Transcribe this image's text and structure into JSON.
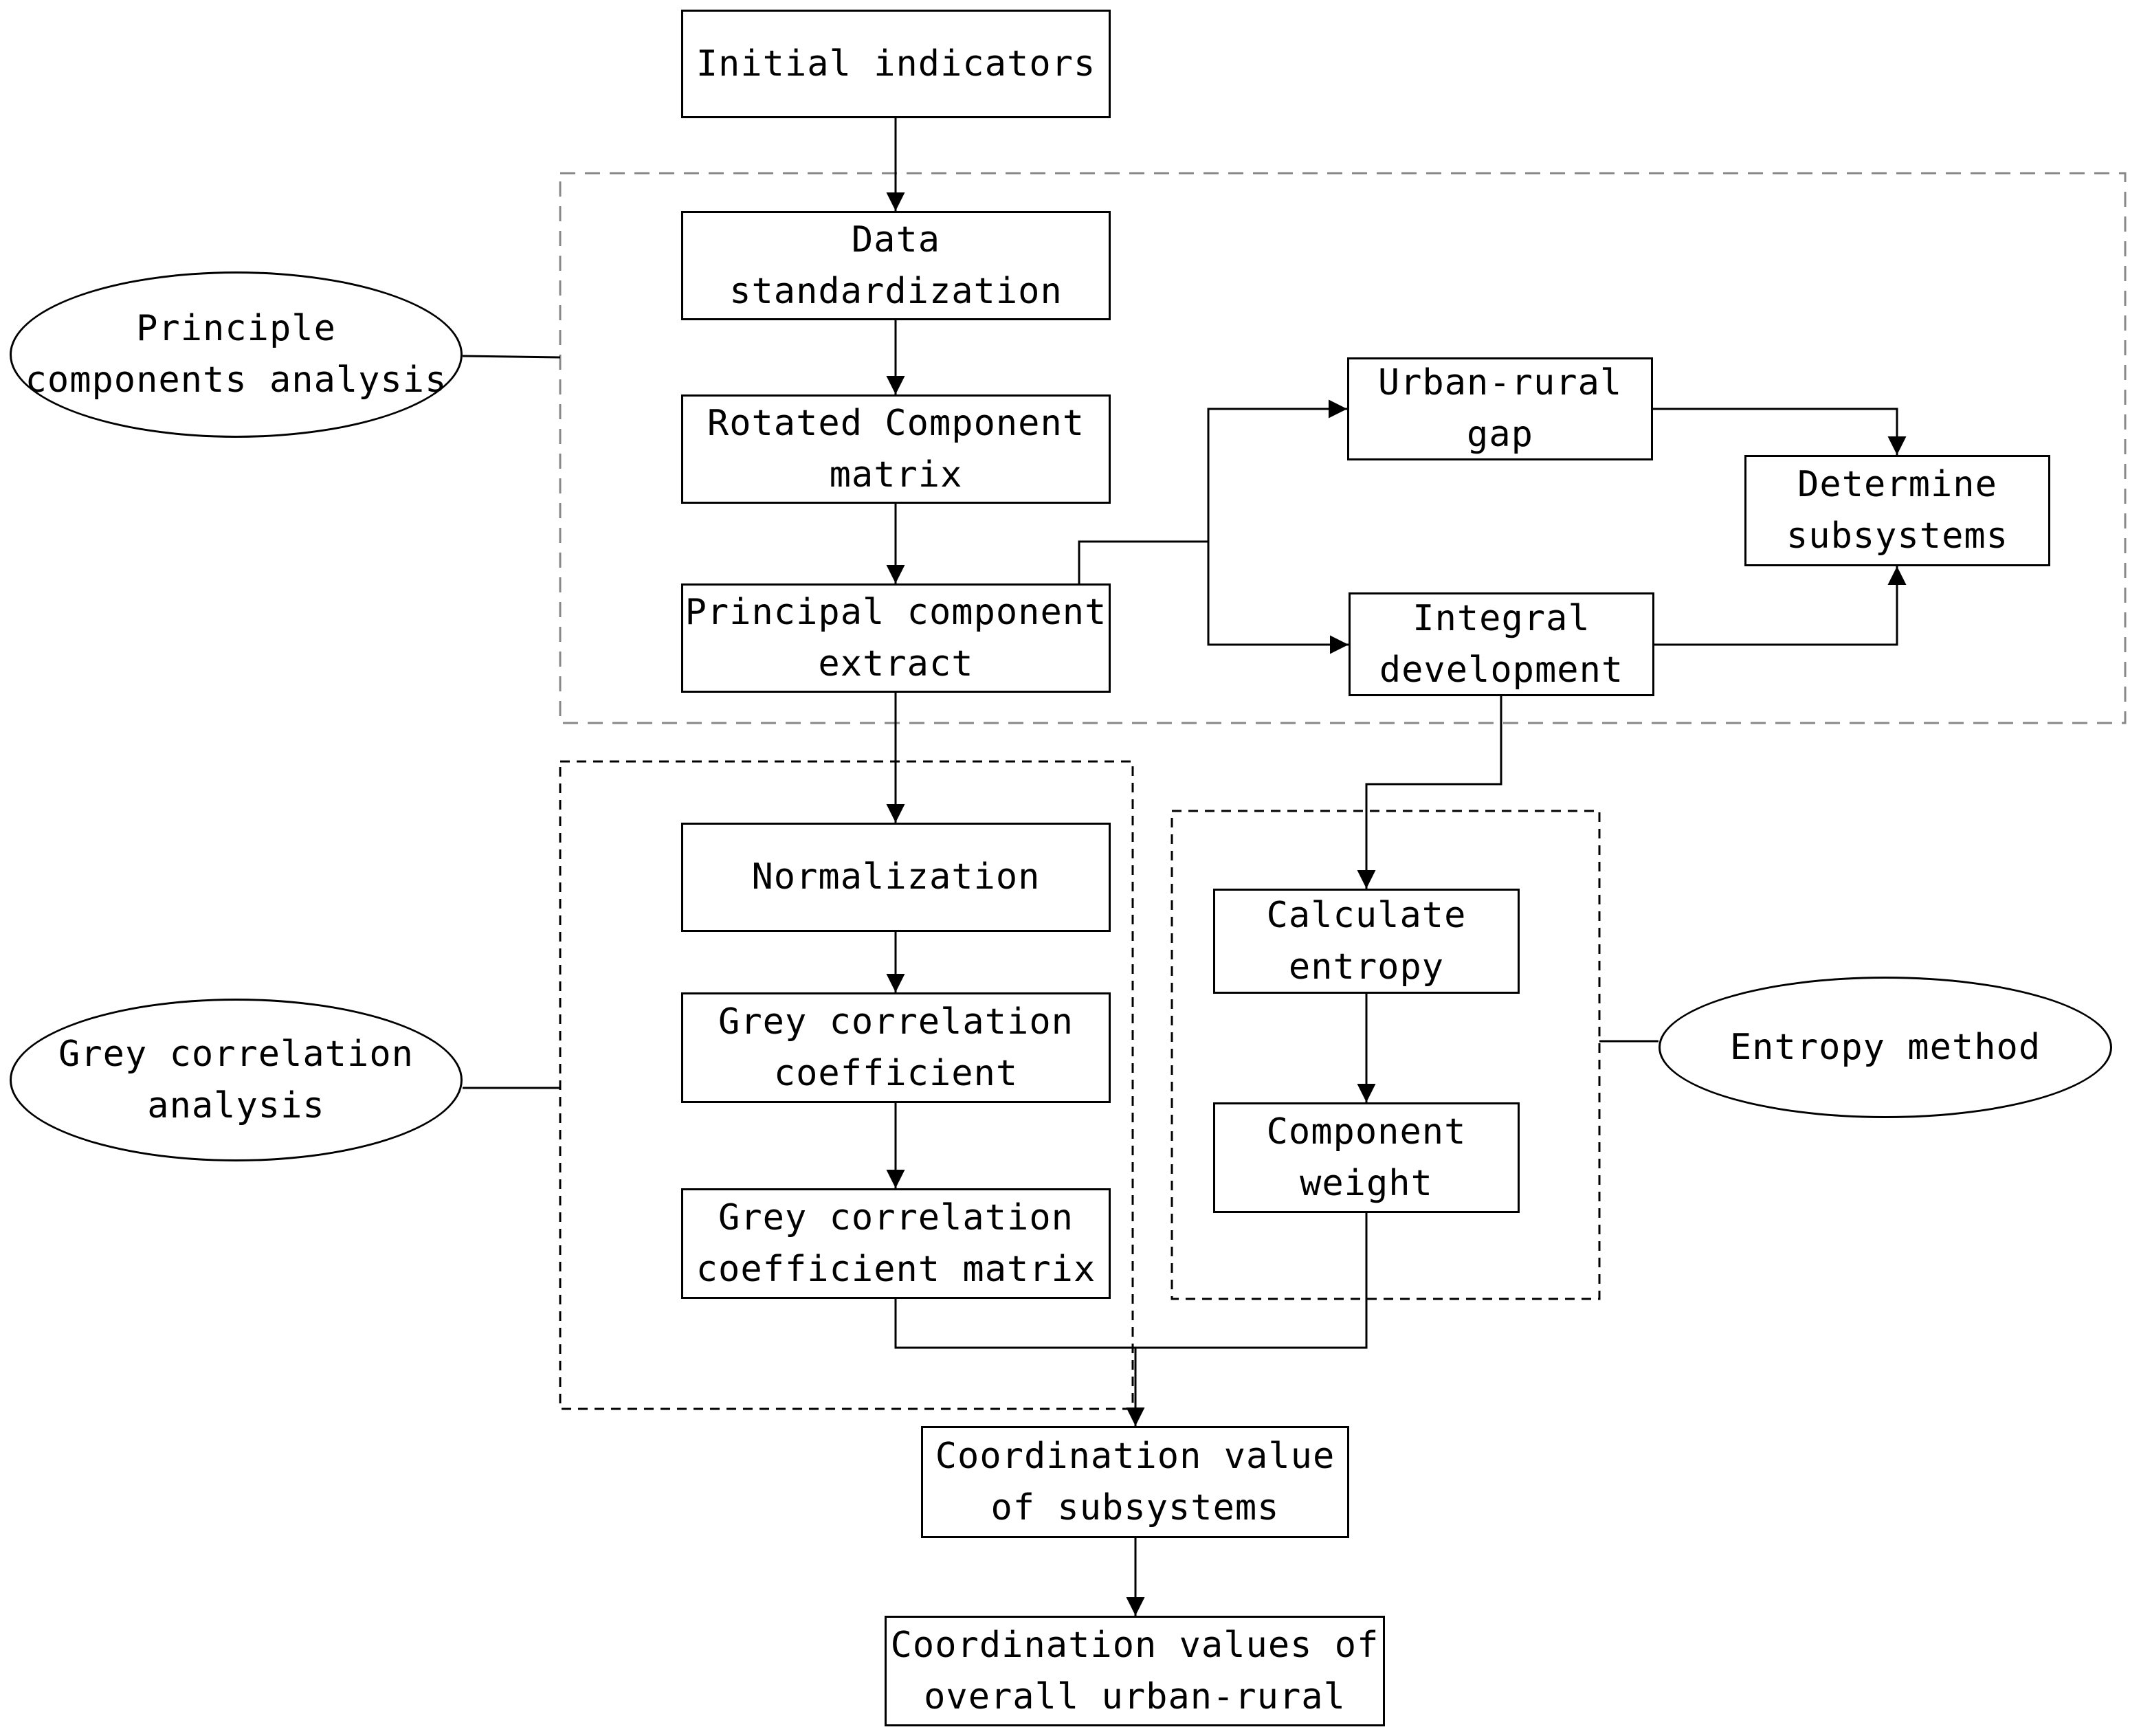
{
  "nodes": {
    "initial_indicators": "Initial indicators",
    "data_standardization": "Data\nstandardization",
    "rotated_component_matrix": "Rotated Component\nmatrix",
    "principal_component_extract": "Principal component\nextract",
    "urban_rural_gap": "Urban-rural\ngap",
    "integral_development": "Integral\ndevelopment",
    "determine_subsystems": "Determine\nsubsystems",
    "normalization": "Normalization",
    "grey_correlation_coefficient": "Grey correlation\ncoefficient",
    "grey_correlation_coefficient_matrix": "Grey correlation\ncoefficient matrix",
    "calculate_entropy": "Calculate\nentropy",
    "component_weight": "Component\nweight",
    "coordination_value_of_subsystems": "Coordination value\nof subsystems",
    "coordination_values_overall": "Coordination values of\noverall urban-rural"
  },
  "groups": {
    "principle_components_analysis": "Principle\ncomponents analysis",
    "grey_correlation_analysis": "Grey correlation\nanalysis",
    "entropy_method": "Entropy method"
  }
}
